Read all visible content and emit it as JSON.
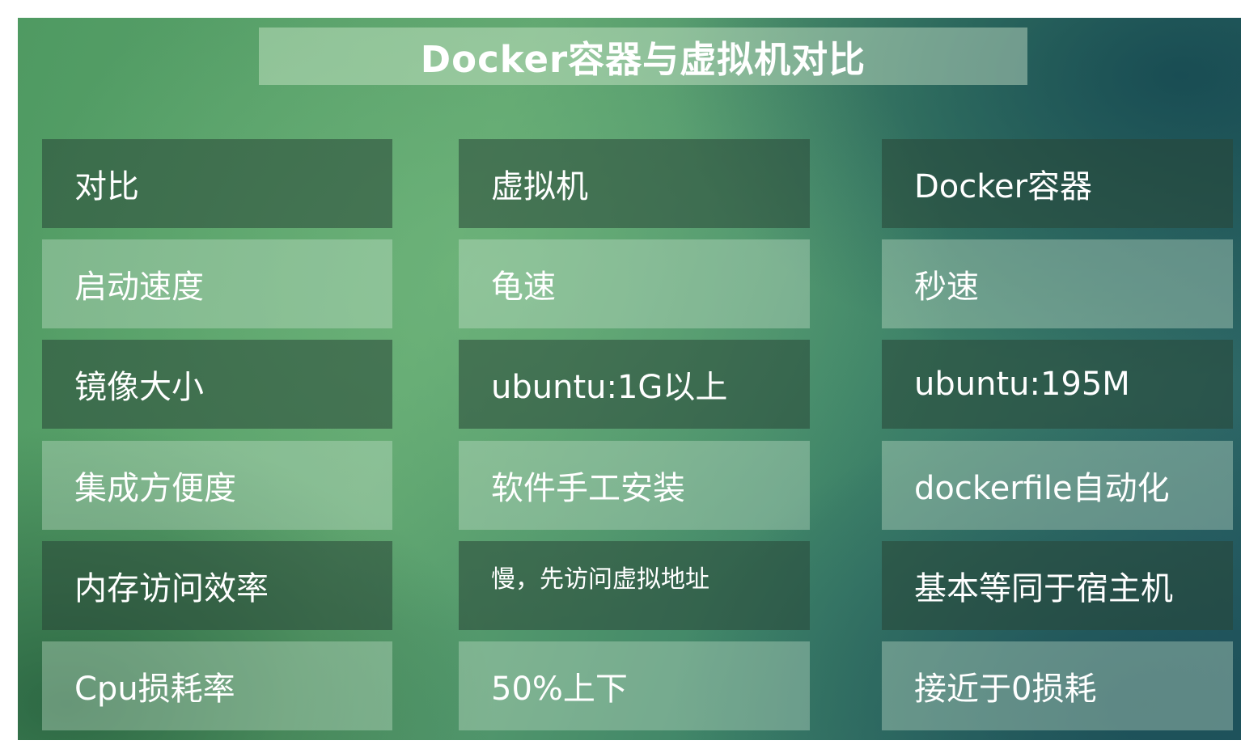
{
  "title": "Docker容器与虚拟机对比",
  "table": {
    "rows": [
      [
        "对比",
        "虚拟机",
        "Docker容器"
      ],
      [
        "启动速度",
        "龟速",
        "秒速"
      ],
      [
        "镜像大小",
        "ubuntu:1G以上",
        "ubuntu:195M"
      ],
      [
        "集成方便度",
        "软件手工安装",
        "dockerfile自动化"
      ],
      [
        "内存访问效率",
        "慢，先访问虚拟地址",
        "基本等同于宿主机"
      ],
      [
        "Cpu损耗率",
        "50%上下",
        "接近于0损耗"
      ]
    ]
  },
  "colors": {
    "background_green": "#5fa56f",
    "background_teal": "#275d65",
    "text": "#ffffff"
  }
}
